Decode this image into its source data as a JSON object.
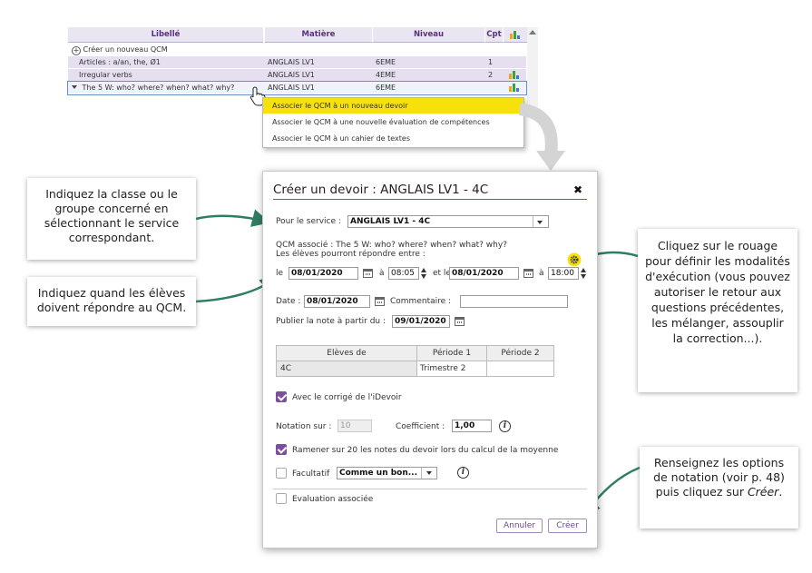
{
  "qcm_table": {
    "headers": [
      "Libellé",
      "Matière",
      "Niveau",
      "Cpt"
    ],
    "create_label": "Créer un nouveau QCM",
    "rows": [
      {
        "libelle": "Articles : a/an, the, Ø1",
        "matiere": "ANGLAIS LV1",
        "niveau": "6EME",
        "cpt": "1"
      },
      {
        "libelle": "Irregular verbs",
        "matiere": "ANGLAIS LV1",
        "niveau": "4EME",
        "cpt": "2"
      },
      {
        "libelle": "The 5 W: who? where? when? what? why?",
        "matiere": "ANGLAIS LV1",
        "niveau": "6EME",
        "cpt": ""
      }
    ]
  },
  "context_menu": {
    "items": [
      "Associer le QCM à un nouveau devoir",
      "Associer le QCM à une nouvelle évaluation de compétences",
      "Associer le QCM à un cahier de textes"
    ]
  },
  "callouts": {
    "service": "Indiquez la classe ou le groupe concerné en sélectionnant le service correspondant.",
    "dates": "Indiquez quand les élèves doivent répondre au QCM.",
    "rouage": "Cliquez sur le rouage pour définir les modalités d'exécution (vous pouvez autoriser le retour aux questions précédentes, les mélanger, assouplir la correction...).",
    "notation_prefix": "Renseignez les options de notation (voir p. 48) puis cliquez sur ",
    "notation_em": "Créer",
    "notation_suffix": "."
  },
  "dialog": {
    "title": "Créer un devoir : ANGLAIS LV1 - 4C",
    "close": "✖",
    "service_label": "Pour le service :",
    "service_value": "ANGLAIS LV1 - 4C",
    "qcm_line": "QCM associé : The 5 W: who? where? when? what? why?",
    "students_line": "Les élèves pourront répondre entre :",
    "le_label": "le",
    "a_label": "à",
    "et_le_label": "et le",
    "date_start": "08/01/2020",
    "time_start": "08:05",
    "date_end": "08/01/2020",
    "time_end": "18:00",
    "date_label": "Date :",
    "date_value": "08/01/2020",
    "comment_label": "Commentaire :",
    "comment_value": "",
    "publish_label": "Publier la note à partir du :",
    "publish_value": "09/01/2020",
    "grid_headers": [
      "Elèves de",
      "Période 1",
      "Période 2"
    ],
    "grid_row": [
      "4C",
      "Trimestre 2",
      ""
    ],
    "corrige_label": "Avec le corrigé de l'iDevoir",
    "notation_label": "Notation sur :",
    "notation_value": "10",
    "coef_label": "Coefficient :",
    "coef_value": "1,00",
    "info_glyph": "i",
    "ramener_label": "Ramener sur 20 les notes du devoir lors du calcul de la moyenne",
    "facultatif_label": "Facultatif",
    "facultatif_value": "Comme un bon...",
    "evaluation_label": "Evaluation associée",
    "annuler": "Annuler",
    "creer": "Créer"
  },
  "colors": {
    "accent": "#7b4f9e",
    "highlight": "#f6e20a",
    "arrow": "#2f7d62",
    "header_bg": "#eae6f1"
  }
}
